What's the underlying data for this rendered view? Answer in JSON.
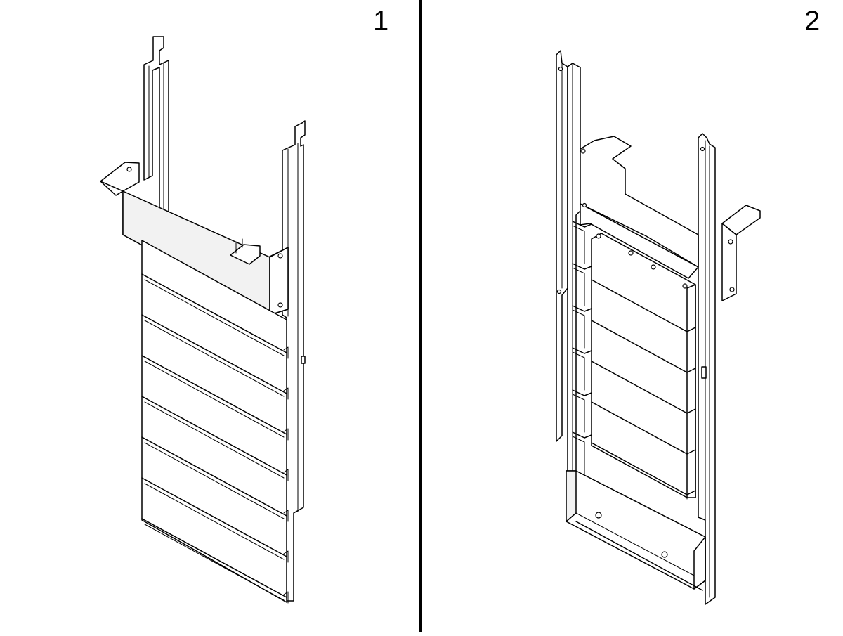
{
  "steps": [
    {
      "number": "1",
      "shows": "door-track-frame-with-slats"
    },
    {
      "number": "2",
      "shows": "rear-frame-with-stacked-slats"
    }
  ],
  "colors": {
    "line": "#000000",
    "background": "#ffffff",
    "divider": "#000000"
  }
}
